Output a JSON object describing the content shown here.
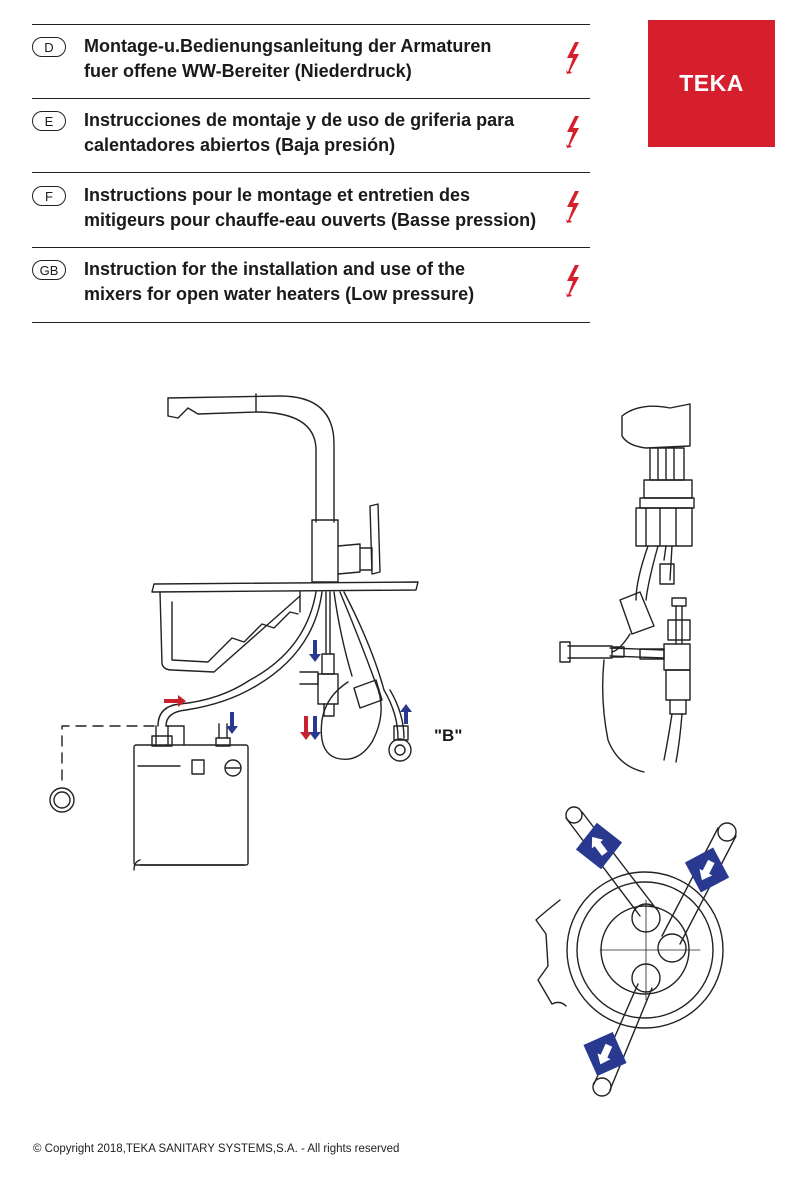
{
  "headers": [
    {
      "badge": "D",
      "line1": "Montage-u.Bedienungsanleitung der Armaturen",
      "line2": "fuer offene WW-Bereiter (Niederdruck)"
    },
    {
      "badge": "E",
      "line1": "Instrucciones de montaje  y de uso de griferia para",
      "line2": "calentadores abiertos (Baja presión)"
    },
    {
      "badge": "F",
      "line1": "Instructions pour le montage et entretien des",
      "line2": "mitigeurs pour chauffe-eau ouverts (Basse pression)"
    },
    {
      "badge": "GB",
      "line1": "Instruction for the installation and use of the",
      "line2": "mixers for open water heaters (Low pressure)"
    }
  ],
  "logo": {
    "text": "TEKA",
    "color": "#d51f2d"
  },
  "diagram": {
    "label_b": "\"B\""
  },
  "colors": {
    "warning": "#d51f2d",
    "hot_arrow": "#c8202c",
    "cold_arrow": "#2a3990"
  },
  "footer": {
    "copyright": "© Copyright 2018,TEKA SANITARY SYSTEMS,S.A. - All rights reserved"
  }
}
